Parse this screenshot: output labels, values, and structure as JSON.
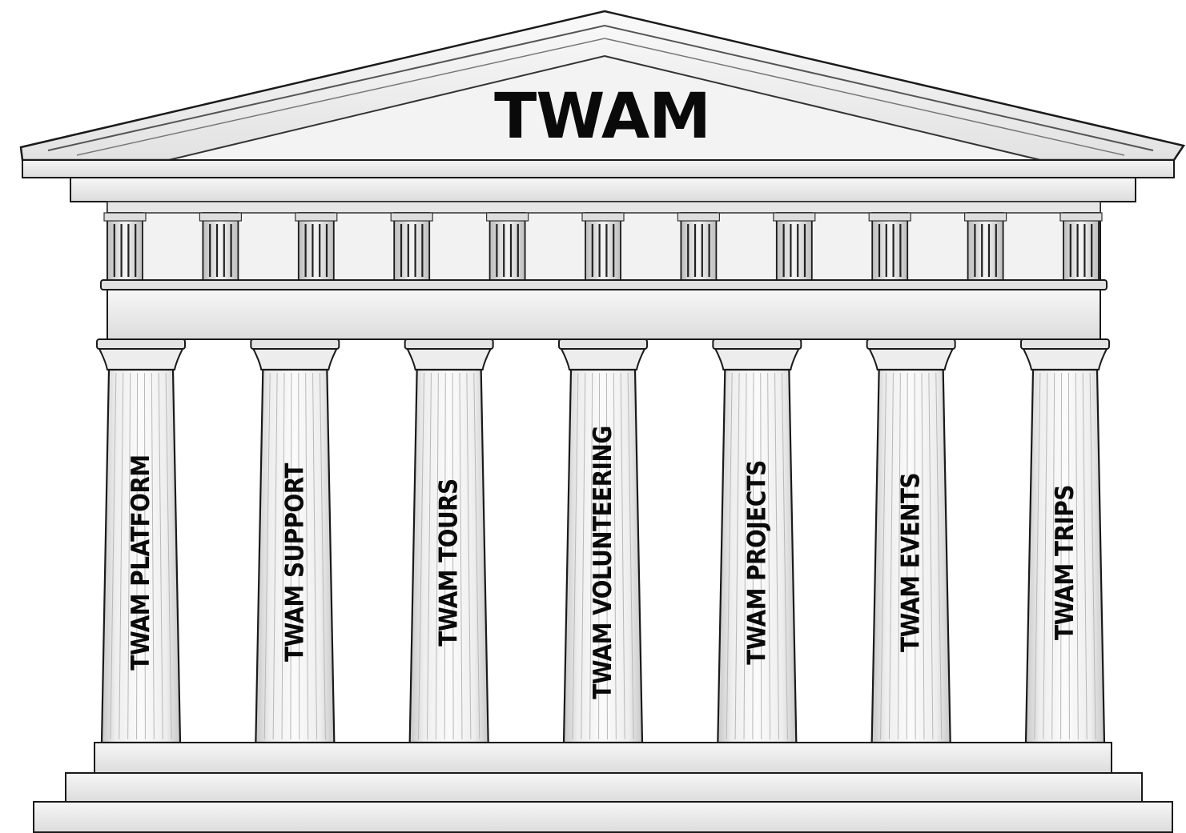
{
  "temple": {
    "title": "TWAM",
    "pillars": [
      {
        "label": "TWAM PLATFORM"
      },
      {
        "label": "TWAM SUPPORT"
      },
      {
        "label": "TWAM TOURS"
      },
      {
        "label": "TWAM VOLUNTEERING"
      },
      {
        "label": "TWAM PROJECTS"
      },
      {
        "label": "TWAM EVENTS"
      },
      {
        "label": "TWAM TRIPS"
      }
    ]
  },
  "colors": {
    "stone": "#ececec",
    "stone_light": "#f8f8f8",
    "stone_shadow": "#c9c9c9",
    "outline": "#1a1a1a",
    "text": "#0a0a0a"
  }
}
